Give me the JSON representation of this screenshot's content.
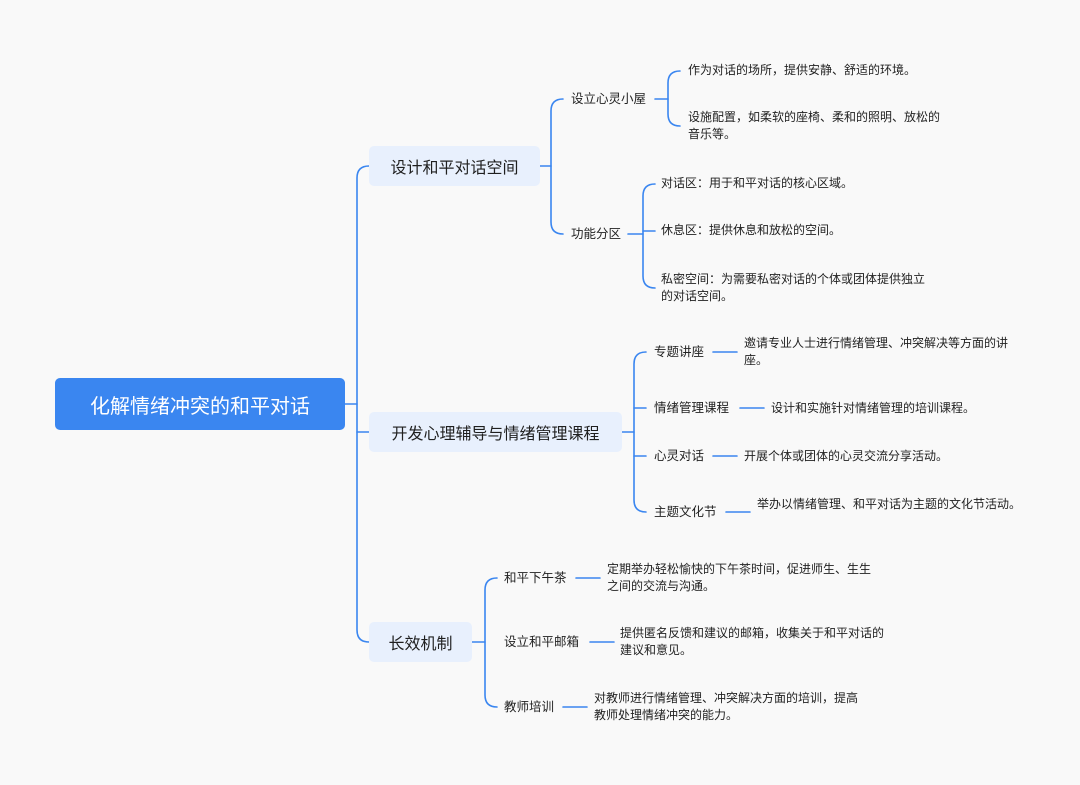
{
  "colors": {
    "accent": "#3a86f0",
    "branch_bg": "#e8f0fd",
    "line": "#3a86f0"
  },
  "root": {
    "label": "化解情绪冲突的和平对话"
  },
  "branches": [
    {
      "label": "设计和平对话空间",
      "children": [
        {
          "label": "设立心灵小屋",
          "details": [
            "作为对话的场所，提供安静、舒适的环境。",
            "设施配置，如柔软的座椅、柔和的照明、放松的音乐等。"
          ]
        },
        {
          "label": "功能分区",
          "details": [
            "对话区：用于和平对话的核心区域。",
            "休息区：提供休息和放松的空间。",
            "私密空间：为需要私密对话的个体或团体提供独立的对话空间。"
          ]
        }
      ]
    },
    {
      "label": "开发心理辅导与情绪管理课程",
      "children": [
        {
          "label": "专题讲座",
          "details": [
            "邀请专业人士进行情绪管理、冲突解决等方面的讲座。"
          ]
        },
        {
          "label": "情绪管理课程",
          "details": [
            "设计和实施针对情绪管理的培训课程。"
          ]
        },
        {
          "label": "心灵对话",
          "details": [
            "开展个体或团体的心灵交流分享活动。"
          ]
        },
        {
          "label": "主题文化节",
          "details": [
            "举办以情绪管理、和平对话为主题的文化节活动。"
          ]
        }
      ]
    },
    {
      "label": "长效机制",
      "children": [
        {
          "label": "和平下午茶",
          "details": [
            "定期举办轻松愉快的下午茶时间，促进师生、生生之间的交流与沟通。"
          ]
        },
        {
          "label": "设立和平邮箱",
          "details": [
            "提供匿名反馈和建议的邮箱，收集关于和平对话的建议和意见。"
          ]
        },
        {
          "label": "教师培训",
          "details": [
            "对教师进行情绪管理、冲突解决方面的培训，提高教师处理情绪冲突的能力。"
          ]
        }
      ]
    }
  ]
}
